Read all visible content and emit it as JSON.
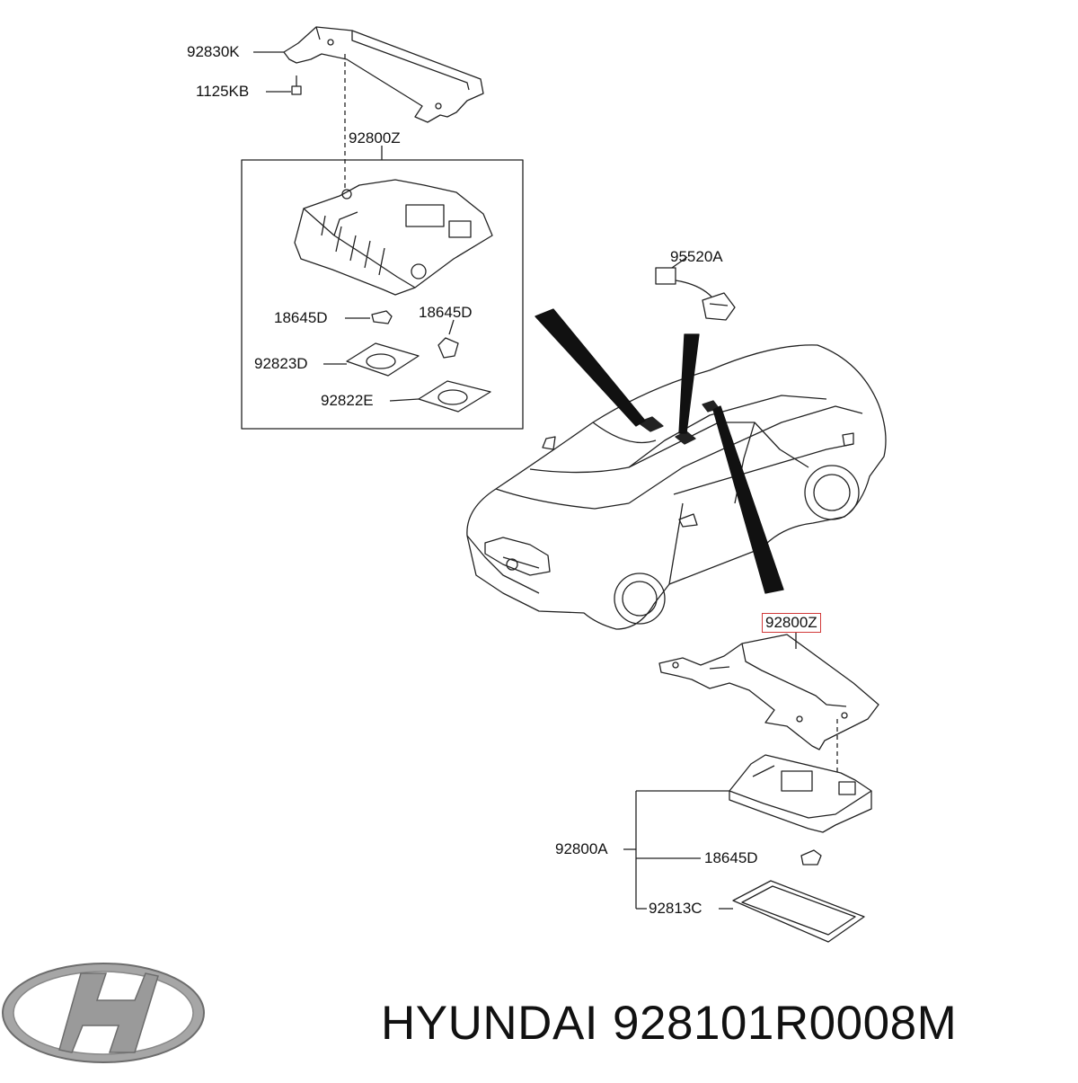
{
  "labels": {
    "bracket_top": "92830K",
    "bolt": "1125KB",
    "lamp_assy_top": "92800Z",
    "connector": "95520A",
    "bulb_left": "18645D",
    "bulb_right": "18645D",
    "lens_top": "92823D",
    "lens_gasket": "92822E",
    "lamp_assy_bottom": "92800Z",
    "lamp_housing_bottom": "92800A",
    "bulb_bottom": "18645D",
    "lens_bottom": "92813C"
  },
  "brand": {
    "name": "HYUNDAI",
    "part_number": "928101R0008M"
  },
  "colors": {
    "line": "#222222",
    "highlight": "#d23a3a",
    "logo": "#9a9a9a"
  },
  "icons": {
    "logo": "hyundai-logo-icon"
  }
}
